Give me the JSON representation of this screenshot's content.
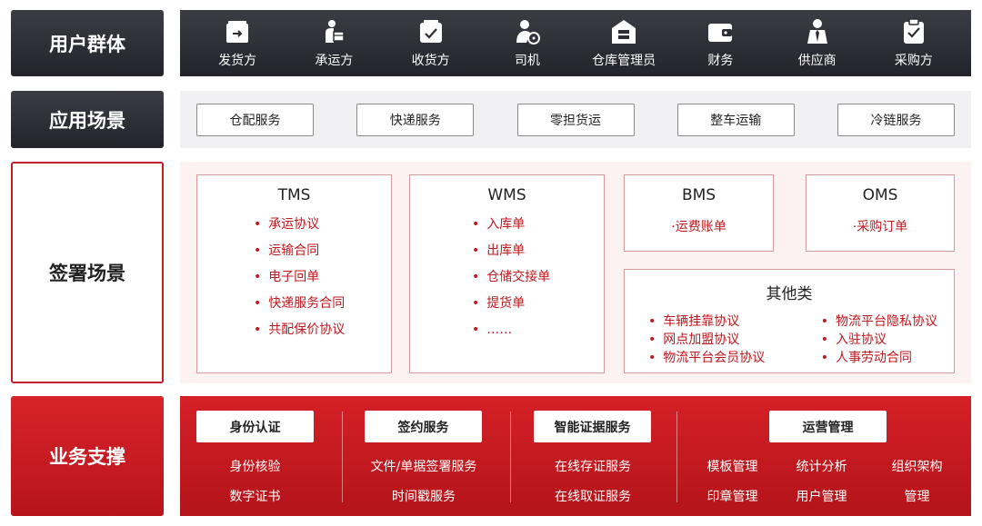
{
  "rows": {
    "users": "用户群体",
    "scenes": "应用场景",
    "signing": "签署场景",
    "support": "业务支撑"
  },
  "users": [
    {
      "label": "发货方",
      "icon": "box-send-icon"
    },
    {
      "label": "承运方",
      "icon": "carrier-person-icon"
    },
    {
      "label": "收货方",
      "icon": "box-check-icon"
    },
    {
      "label": "司机",
      "icon": "driver-wheel-icon"
    },
    {
      "label": "仓库管理员",
      "icon": "warehouse-icon"
    },
    {
      "label": "财务",
      "icon": "wallet-icon"
    },
    {
      "label": "供应商",
      "icon": "businessman-icon"
    },
    {
      "label": "采购方",
      "icon": "clipboard-check-icon"
    }
  ],
  "scenes": [
    "仓配服务",
    "快递服务",
    "零担货运",
    "整车运输",
    "冷链服务"
  ],
  "signing": {
    "tms": {
      "title": "TMS",
      "items": [
        "承运协议",
        "运输合同",
        "电子回单",
        "快递服务合同",
        "共配保价协议"
      ]
    },
    "wms": {
      "title": "WMS",
      "items": [
        "入库单",
        "出库单",
        "仓储交接单",
        "提货单",
        "……"
      ]
    },
    "bms": {
      "title": "BMS",
      "item": "·运费账单"
    },
    "oms": {
      "title": "OMS",
      "item": "·采购订单"
    },
    "other": {
      "title": "其他类",
      "left": [
        "车辆挂靠协议",
        "网点加盟协议",
        "物流平台会员协议"
      ],
      "right": [
        "物流平台隐私协议",
        "入驻协议",
        "人事劳动合同"
      ]
    }
  },
  "support": {
    "identity": {
      "title": "身份认证",
      "items": [
        "身份核验",
        "数字证书"
      ]
    },
    "sign": {
      "title": "签约服务",
      "items": [
        "文件/单据签署服务",
        "时间戳服务"
      ]
    },
    "evidence": {
      "title": "智能证据服务",
      "items": [
        "在线存证服务",
        "在线取证服务"
      ]
    },
    "ops": {
      "title": "运营管理",
      "items": [
        "模板管理",
        "统计分析",
        "组织架构",
        "印章管理",
        "用户管理",
        "管理"
      ]
    }
  }
}
